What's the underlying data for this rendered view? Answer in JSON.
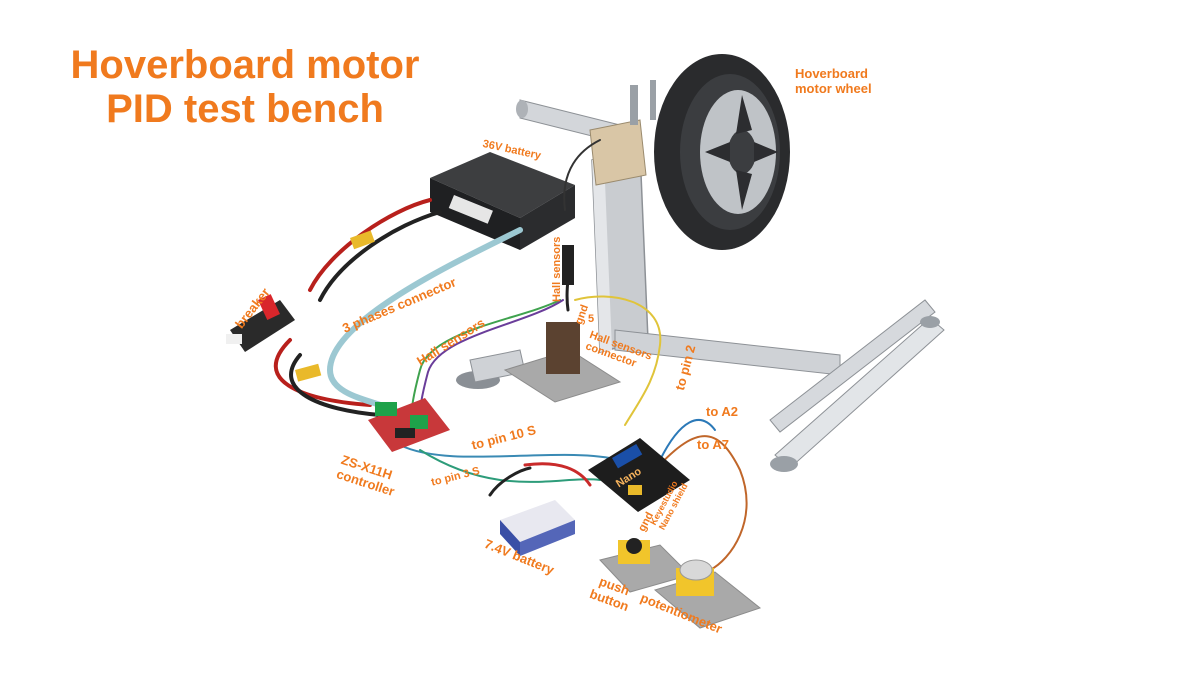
{
  "title": {
    "line1": "Hoverboard motor",
    "line2": "PID test bench"
  },
  "labels": {
    "wheel_l1": "Hoverboard",
    "wheel_l2": "motor wheel",
    "battery36": "36V battery",
    "breaker": "breaker",
    "three_phase": "3 phases connector",
    "hall_sensors_left": "Hall sensors",
    "hall_sensors_vertical": "Hall sensors",
    "gnd_top": "gnd",
    "five_v": "5",
    "hall_conn_l1": "Hall sensors",
    "hall_conn_l2": "connector",
    "to_pin2": "to pin 2",
    "to_pin10": "to pin 10 S",
    "to_pin3": "to pin 3 S",
    "controller_l1": "ZS-X11H",
    "controller_l2": "controller",
    "battery74": "7.4V battery",
    "to_a2": "to A2",
    "to_a7": "to A7",
    "nano": "Nano",
    "shield_l1": "Keyestudio",
    "shield_l2": "Nano shield",
    "gnd_bottom": "gnd",
    "push_l1": "push",
    "push_l2": "button",
    "potentiometer": "potentiometer"
  },
  "colors": {
    "label": "#f07a1e"
  }
}
